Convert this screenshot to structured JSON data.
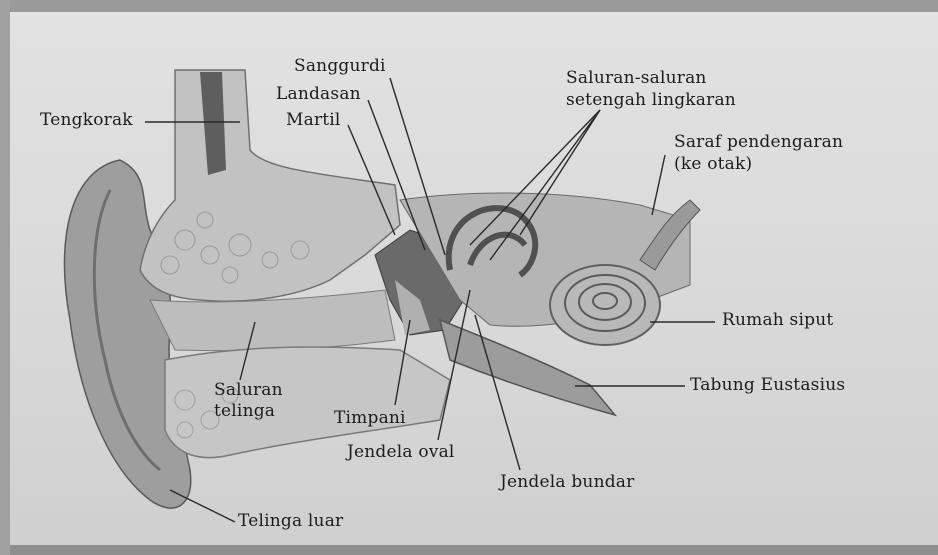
{
  "labels": {
    "tengkorak": "Tengkorak",
    "sanggurdi": "Sanggurdi",
    "landasan": "Landasan",
    "martil": "Martil",
    "saluran_setengah_1": "Saluran-saluran",
    "saluran_setengah_2": "setengah lingkaran",
    "saraf_1": "Saraf pendengaran",
    "saraf_2": "(ke otak)",
    "rumah_siput": "Rumah siput",
    "tabung_eustasius": "Tabung Eustasius",
    "saluran_telinga_1": "Saluran",
    "saluran_telinga_2": "telinga",
    "timpani": "Timpani",
    "jendela_oval": "Jendela oval",
    "jendela_bundar": "Jendela bundar",
    "telinga_luar": "Telinga luar"
  },
  "colors": {
    "bone": "#b9b9b9",
    "tissue": "#a8a8a8",
    "dark": "#4a4a4a",
    "line": "#2a2a2a"
  }
}
